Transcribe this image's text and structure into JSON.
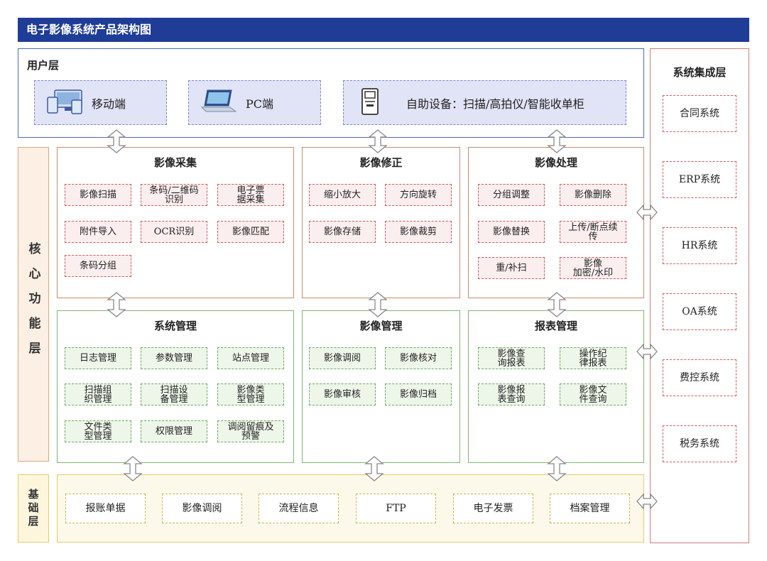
{
  "title": "电子影像系统产品架构图",
  "user_layer": {
    "title": "用户层",
    "devices": [
      {
        "label": "移动端",
        "icon": "mobile-devices-icon"
      },
      {
        "label": "PC端",
        "icon": "laptop-icon"
      },
      {
        "label": "自助设备：扫描/高拍仪/智能收单柜",
        "icon": "kiosk-icon"
      }
    ]
  },
  "core_layer": {
    "label": "核心功能层",
    "panels": [
      {
        "title": "影像采集",
        "items": [
          "影像扫描",
          "条码/二维码\n识别",
          "电子票\n据采集",
          "附件导入",
          "OCR识别",
          "影像匹配",
          "条码分组"
        ]
      },
      {
        "title": "影像修正",
        "items": [
          "缩小放大",
          "方向旋转",
          "影像存储",
          "影像裁剪"
        ]
      },
      {
        "title": "影像处理",
        "items": [
          "分组调整",
          "影像删除",
          "影像替换",
          "上传/断点续\n传",
          "重/补扫",
          "影像\n加密/水印"
        ]
      },
      {
        "title": "系统管理",
        "items": [
          "日志管理",
          "参数管理",
          "站点管理",
          "扫描组\n织管理",
          "扫描设\n备管理",
          "影像类\n型管理",
          "文件类\n型管理",
          "权限管理",
          "调阅留痕及\n预警"
        ]
      },
      {
        "title": "影像管理",
        "items": [
          "影像调阅",
          "影像核对",
          "影像审核",
          "影像归档"
        ]
      },
      {
        "title": "报表管理",
        "items": [
          "影像查\n询报表",
          "操作纪\n律报表",
          "影像报\n表查询",
          "影像文\n件查询"
        ]
      }
    ]
  },
  "base_layer": {
    "label": "基础层",
    "items": [
      "报账单据",
      "影像调阅",
      "流程信息",
      "FTP",
      "电子发票",
      "档案管理"
    ]
  },
  "integration_layer": {
    "title": "系统集成层",
    "items": [
      "合同系统",
      "ERP系统",
      "HR系统",
      "OA系统",
      "费控系统",
      "税务系统"
    ]
  },
  "colors": {
    "title_bar": "#1f3c96",
    "user_border": "#4a6ab8",
    "device_fill": "#e1e3f6",
    "core_fill": "#fcefe3",
    "red_dashed": "#d25a5a",
    "green_dashed": "#6aaa5c",
    "base_fill": "#fdf9ea"
  }
}
